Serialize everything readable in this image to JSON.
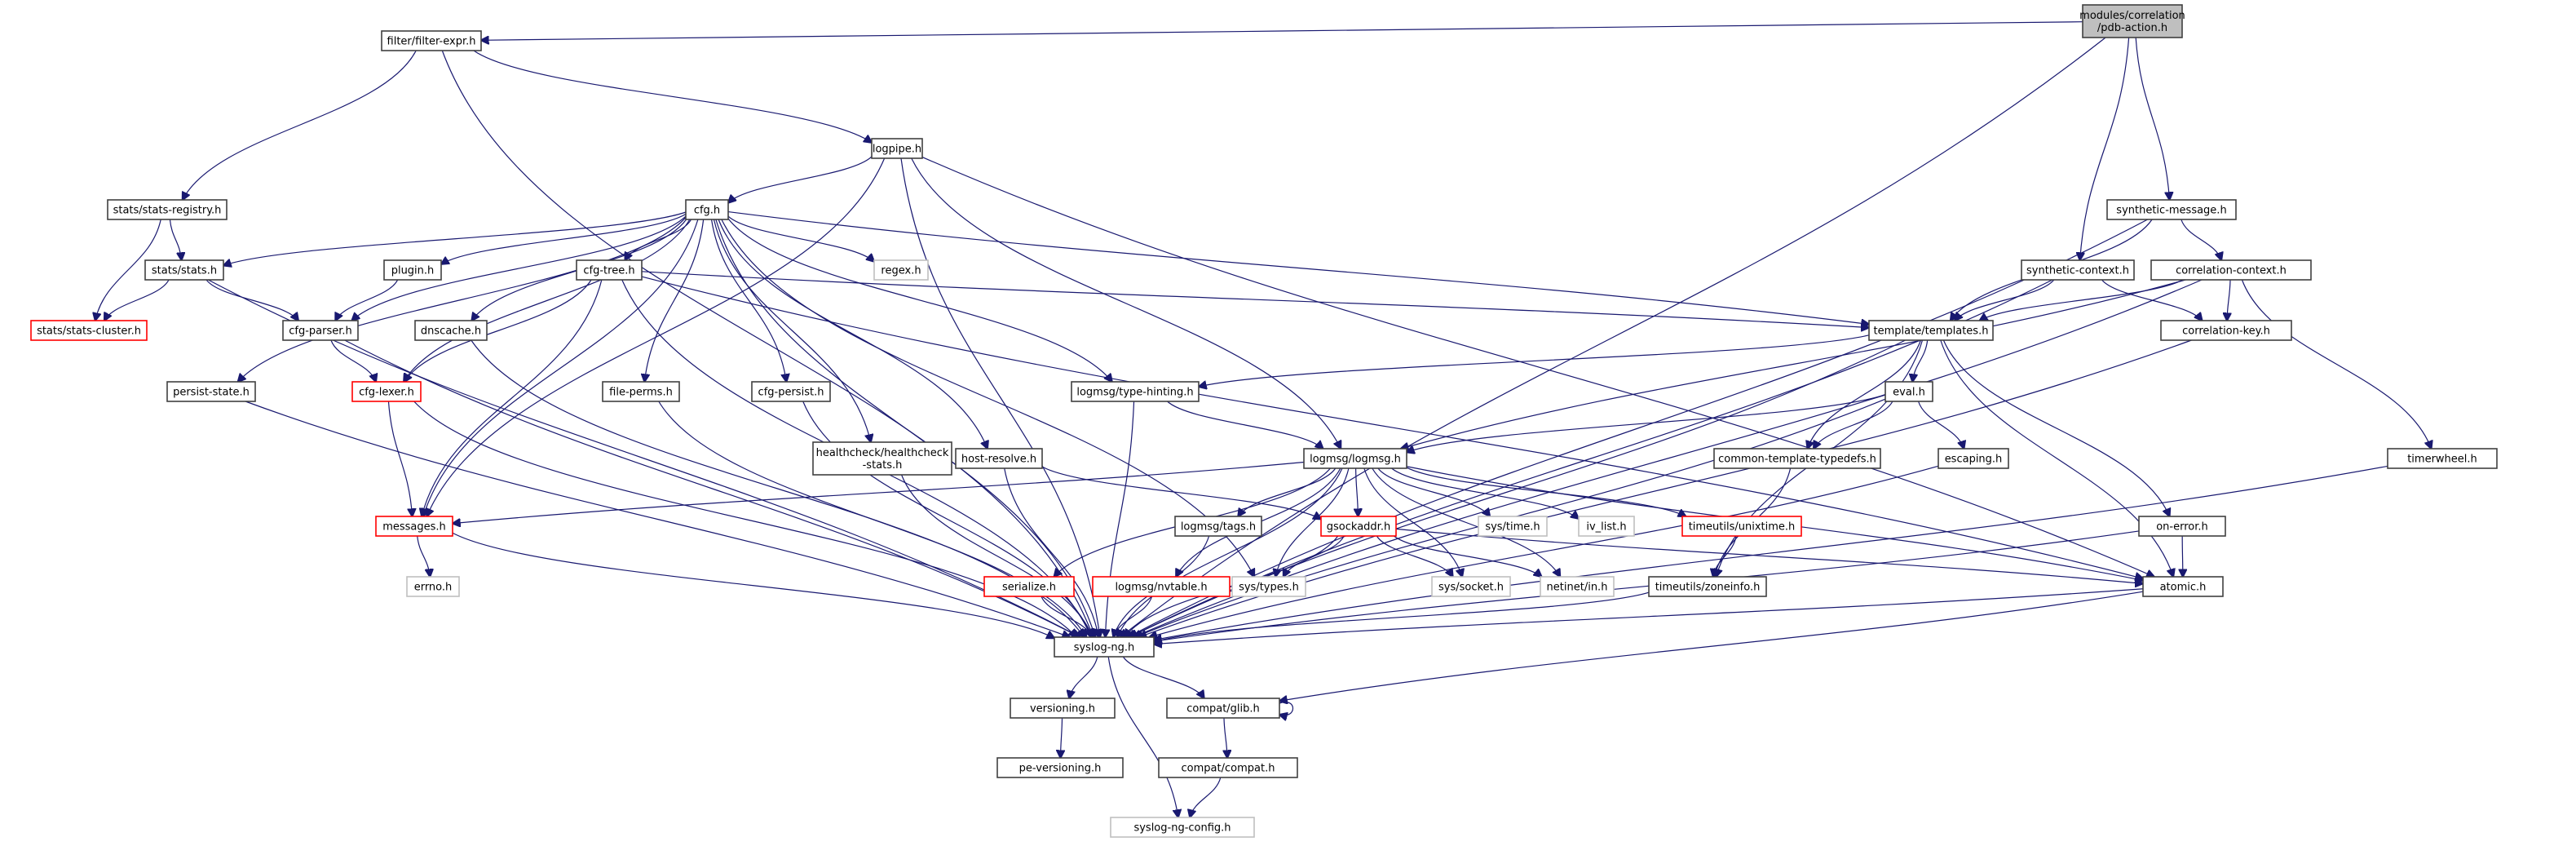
{
  "title": "modules/correlation/pdb-action.h include dependency graph",
  "colors": {
    "edge": "#191970",
    "root_fill": "#bfbfbf",
    "node_border": "#404040",
    "missing_border": "#ff0000",
    "external_border": "#bfbfbf"
  },
  "nodes": [
    {
      "id": "pdb",
      "lines": [
        "modules/correlation",
        "/pdb-action.h"
      ],
      "style": "root"
    },
    {
      "id": "filter",
      "lines": [
        "filter/filter-expr.h"
      ],
      "style": "normal"
    },
    {
      "id": "logpipe",
      "lines": [
        "logpipe.h"
      ],
      "style": "normal"
    },
    {
      "id": "statsreg",
      "lines": [
        "stats/stats-registry.h"
      ],
      "style": "normal"
    },
    {
      "id": "cfg",
      "lines": [
        "cfg.h"
      ],
      "style": "normal"
    },
    {
      "id": "stats",
      "lines": [
        "stats/stats.h"
      ],
      "style": "normal"
    },
    {
      "id": "plugin",
      "lines": [
        "plugin.h"
      ],
      "style": "normal"
    },
    {
      "id": "cfgtree",
      "lines": [
        "cfg-tree.h"
      ],
      "style": "normal"
    },
    {
      "id": "regex",
      "lines": [
        "regex.h"
      ],
      "style": "gray"
    },
    {
      "id": "statscluster",
      "lines": [
        "stats/stats-cluster.h"
      ],
      "style": "red"
    },
    {
      "id": "cfgparser",
      "lines": [
        "cfg-parser.h"
      ],
      "style": "normal"
    },
    {
      "id": "dnscache",
      "lines": [
        "dnscache.h"
      ],
      "style": "normal"
    },
    {
      "id": "persist",
      "lines": [
        "persist-state.h"
      ],
      "style": "normal"
    },
    {
      "id": "cfglexer",
      "lines": [
        "cfg-lexer.h"
      ],
      "style": "red"
    },
    {
      "id": "fileperms",
      "lines": [
        "file-perms.h"
      ],
      "style": "normal"
    },
    {
      "id": "cfgpersist",
      "lines": [
        "cfg-persist.h"
      ],
      "style": "normal"
    },
    {
      "id": "healthcheck",
      "lines": [
        "healthcheck/healthcheck",
        "-stats.h"
      ],
      "style": "normal"
    },
    {
      "id": "hostresolve",
      "lines": [
        "host-resolve.h"
      ],
      "style": "normal"
    },
    {
      "id": "typehint",
      "lines": [
        "logmsg/type-hinting.h"
      ],
      "style": "normal"
    },
    {
      "id": "logmsg",
      "lines": [
        "logmsg/logmsg.h"
      ],
      "style": "normal"
    },
    {
      "id": "messages",
      "lines": [
        "messages.h"
      ],
      "style": "red"
    },
    {
      "id": "errno",
      "lines": [
        "errno.h"
      ],
      "style": "gray"
    },
    {
      "id": "tags",
      "lines": [
        "logmsg/tags.h"
      ],
      "style": "normal"
    },
    {
      "id": "gsockaddr",
      "lines": [
        "gsockaddr.h"
      ],
      "style": "red"
    },
    {
      "id": "systime",
      "lines": [
        "sys/time.h"
      ],
      "style": "gray"
    },
    {
      "id": "ivlist",
      "lines": [
        "iv_list.h"
      ],
      "style": "gray"
    },
    {
      "id": "unixtime",
      "lines": [
        "timeutils/unixtime.h"
      ],
      "style": "red"
    },
    {
      "id": "serialize",
      "lines": [
        "serialize.h"
      ],
      "style": "red"
    },
    {
      "id": "nvtable",
      "lines": [
        "logmsg/nvtable.h"
      ],
      "style": "red"
    },
    {
      "id": "systypes",
      "lines": [
        "sys/types.h"
      ],
      "style": "gray"
    },
    {
      "id": "syssocket",
      "lines": [
        "sys/socket.h"
      ],
      "style": "gray"
    },
    {
      "id": "netinet",
      "lines": [
        "netinet/in.h"
      ],
      "style": "gray"
    },
    {
      "id": "zoneinfo",
      "lines": [
        "timeutils/zoneinfo.h"
      ],
      "style": "normal"
    },
    {
      "id": "syslogng",
      "lines": [
        "syslog-ng.h"
      ],
      "style": "normal"
    },
    {
      "id": "versioning",
      "lines": [
        "versioning.h"
      ],
      "style": "normal"
    },
    {
      "id": "peversioning",
      "lines": [
        "pe-versioning.h"
      ],
      "style": "normal"
    },
    {
      "id": "glib",
      "lines": [
        "compat/glib.h"
      ],
      "style": "normal"
    },
    {
      "id": "compat",
      "lines": [
        "compat/compat.h"
      ],
      "style": "normal"
    },
    {
      "id": "config",
      "lines": [
        "syslog-ng-config.h"
      ],
      "style": "gray"
    },
    {
      "id": "synmsg",
      "lines": [
        "synthetic-message.h"
      ],
      "style": "normal"
    },
    {
      "id": "synctx",
      "lines": [
        "synthetic-context.h"
      ],
      "style": "normal"
    },
    {
      "id": "corrctx",
      "lines": [
        "correlation-context.h"
      ],
      "style": "normal"
    },
    {
      "id": "templates",
      "lines": [
        "template/templates.h"
      ],
      "style": "normal"
    },
    {
      "id": "corrkey",
      "lines": [
        "correlation-key.h"
      ],
      "style": "normal"
    },
    {
      "id": "eval",
      "lines": [
        "eval.h"
      ],
      "style": "normal"
    },
    {
      "id": "typedefs",
      "lines": [
        "common-template-typedefs.h"
      ],
      "style": "normal"
    },
    {
      "id": "escaping",
      "lines": [
        "escaping.h"
      ],
      "style": "normal"
    },
    {
      "id": "onerror",
      "lines": [
        "on-error.h"
      ],
      "style": "normal"
    },
    {
      "id": "atomic",
      "lines": [
        "atomic.h"
      ],
      "style": "normal"
    },
    {
      "id": "timerwheel",
      "lines": [
        "timerwheel.h"
      ],
      "style": "normal"
    }
  ],
  "edges": [
    [
      "pdb",
      "filter"
    ],
    [
      "pdb",
      "synmsg"
    ],
    [
      "pdb",
      "synctx"
    ],
    [
      "pdb",
      "syslogng"
    ],
    [
      "filter",
      "logpipe"
    ],
    [
      "filter",
      "statsreg"
    ],
    [
      "filter",
      "syslogng"
    ],
    [
      "logpipe",
      "cfg"
    ],
    [
      "logpipe",
      "logmsg"
    ],
    [
      "logpipe",
      "messages"
    ],
    [
      "logpipe",
      "syslogng"
    ],
    [
      "logpipe",
      "atomic"
    ],
    [
      "statsreg",
      "stats"
    ],
    [
      "statsreg",
      "statscluster"
    ],
    [
      "cfg",
      "stats"
    ],
    [
      "cfg",
      "plugin"
    ],
    [
      "cfg",
      "cfgtree"
    ],
    [
      "cfg",
      "regex"
    ],
    [
      "cfg",
      "cfgparser"
    ],
    [
      "cfg",
      "dnscache"
    ],
    [
      "cfg",
      "persist"
    ],
    [
      "cfg",
      "cfglexer"
    ],
    [
      "cfg",
      "fileperms"
    ],
    [
      "cfg",
      "cfgpersist"
    ],
    [
      "cfg",
      "healthcheck"
    ],
    [
      "cfg",
      "hostresolve"
    ],
    [
      "cfg",
      "typehint"
    ],
    [
      "cfg",
      "messages"
    ],
    [
      "cfg",
      "templates"
    ],
    [
      "cfg",
      "systypes"
    ],
    [
      "cfg",
      "syslogng"
    ],
    [
      "stats",
      "statscluster"
    ],
    [
      "stats",
      "cfgparser"
    ],
    [
      "stats",
      "syslogng"
    ],
    [
      "plugin",
      "cfgparser"
    ],
    [
      "cfgtree",
      "cfglexer"
    ],
    [
      "cfgtree",
      "messages"
    ],
    [
      "cfgtree",
      "templates"
    ],
    [
      "cfgtree",
      "atomic"
    ],
    [
      "cfgtree",
      "syslogng"
    ],
    [
      "cfgparser",
      "cfglexer"
    ],
    [
      "cfgparser",
      "syslogng"
    ],
    [
      "cfglexer",
      "messages"
    ],
    [
      "cfglexer",
      "syslogng"
    ],
    [
      "dnscache",
      "syslogng"
    ],
    [
      "persist",
      "syslogng"
    ],
    [
      "fileperms",
      "syslogng"
    ],
    [
      "cfgpersist",
      "syslogng"
    ],
    [
      "healthcheck",
      "syslogng"
    ],
    [
      "hostresolve",
      "gsockaddr"
    ],
    [
      "hostresolve",
      "syslogng"
    ],
    [
      "typehint",
      "logmsg"
    ],
    [
      "typehint",
      "syslogng"
    ],
    [
      "logmsg",
      "messages"
    ],
    [
      "logmsg",
      "tags"
    ],
    [
      "logmsg",
      "gsockaddr"
    ],
    [
      "logmsg",
      "systime"
    ],
    [
      "logmsg",
      "ivlist"
    ],
    [
      "logmsg",
      "unixtime"
    ],
    [
      "logmsg",
      "serialize"
    ],
    [
      "logmsg",
      "nvtable"
    ],
    [
      "logmsg",
      "systypes"
    ],
    [
      "logmsg",
      "syssocket"
    ],
    [
      "logmsg",
      "netinet"
    ],
    [
      "logmsg",
      "atomic"
    ],
    [
      "logmsg",
      "syslogng"
    ],
    [
      "messages",
      "errno"
    ],
    [
      "messages",
      "syslogng"
    ],
    [
      "tags",
      "syslogng"
    ],
    [
      "gsockaddr",
      "systypes"
    ],
    [
      "gsockaddr",
      "syssocket"
    ],
    [
      "gsockaddr",
      "netinet"
    ],
    [
      "gsockaddr",
      "atomic"
    ],
    [
      "gsockaddr",
      "syslogng"
    ],
    [
      "unixtime",
      "zoneinfo"
    ],
    [
      "zoneinfo",
      "syslogng"
    ],
    [
      "serialize",
      "syslogng"
    ],
    [
      "nvtable",
      "syslogng"
    ],
    [
      "syslogng",
      "versioning"
    ],
    [
      "syslogng",
      "glib"
    ],
    [
      "syslogng",
      "config"
    ],
    [
      "versioning",
      "peversioning"
    ],
    [
      "glib",
      "glib"
    ],
    [
      "glib",
      "compat"
    ],
    [
      "compat",
      "config"
    ],
    [
      "synmsg",
      "templates"
    ],
    [
      "synmsg",
      "corrctx"
    ],
    [
      "synmsg",
      "syslogng"
    ],
    [
      "synctx",
      "templates"
    ],
    [
      "synctx",
      "corrkey"
    ],
    [
      "synctx",
      "syslogng"
    ],
    [
      "corrctx",
      "templates"
    ],
    [
      "corrctx",
      "corrkey"
    ],
    [
      "corrctx",
      "logmsg"
    ],
    [
      "corrctx",
      "timerwheel"
    ],
    [
      "corrctx",
      "syslogng"
    ],
    [
      "templates",
      "typehint"
    ],
    [
      "templates",
      "eval"
    ],
    [
      "templates",
      "typedefs"
    ],
    [
      "templates",
      "onerror"
    ],
    [
      "templates",
      "atomic"
    ],
    [
      "templates",
      "zoneinfo"
    ],
    [
      "templates",
      "syslogng"
    ],
    [
      "corrkey",
      "syslogng"
    ],
    [
      "eval",
      "logmsg"
    ],
    [
      "eval",
      "typedefs"
    ],
    [
      "eval",
      "escaping"
    ],
    [
      "eval",
      "syslogng"
    ],
    [
      "typedefs",
      "zoneinfo"
    ],
    [
      "escaping",
      "syslogng"
    ],
    [
      "onerror",
      "atomic"
    ],
    [
      "onerror",
      "syslogng"
    ],
    [
      "atomic",
      "glib"
    ],
    [
      "atomic",
      "syslogng"
    ],
    [
      "timerwheel",
      "syslogng"
    ]
  ]
}
